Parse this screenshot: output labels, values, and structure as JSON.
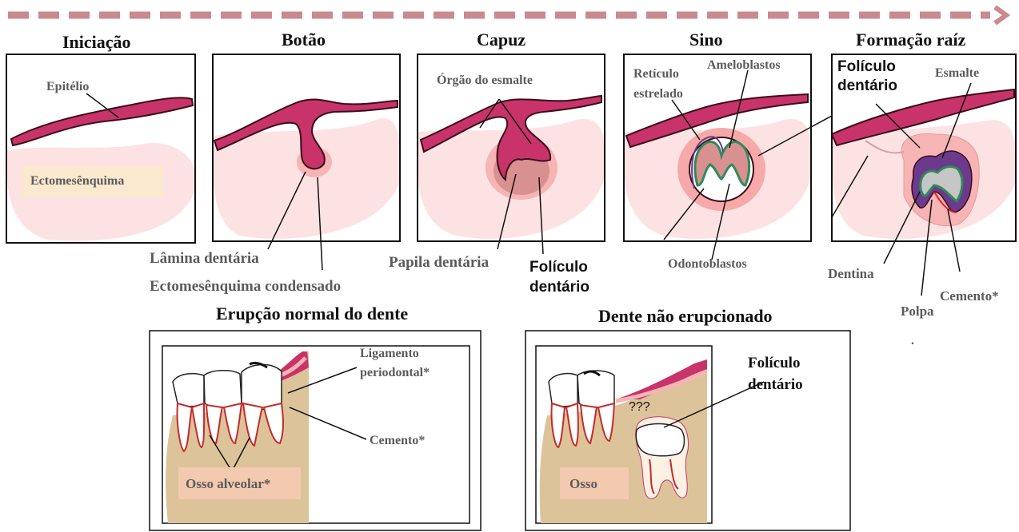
{
  "stages": {
    "iniciacao": "Iniciação",
    "botao": "Botão",
    "capuz": "Capuz",
    "sino": "Sino",
    "formacao": "Formação raíz"
  },
  "labels": {
    "epitelio": "Epitélio",
    "ectomesenquima": "Ectomesênquima",
    "lamina": "Lâmina dentária",
    "ecto_condensado": "Ectomesênquima condensado",
    "orgao_esmalte": "Órgão do esmalte",
    "papila": "Papila dentária",
    "foliculo_capuz": "Folículo\ndentário",
    "reticulo": "Retículo\nestrelado",
    "ameloblastos": "Ameloblastos",
    "odontoblastos": "Odontoblastos",
    "foliculo_raiz": "Folículo\ndentário",
    "esmalte": "Esmalte",
    "dentina": "Dentina",
    "polpa": "Polpa",
    "cemento_raiz": "Cemento*"
  },
  "bottom": {
    "erupcao_title": "Erupção normal do dente",
    "nao_erupcionado_title": "Dente não erupcionado",
    "ligamento": "Ligamento\nperiodontal*",
    "cemento": "Cemento*",
    "osso_alveolar": "Osso alveolar*",
    "foliculo": "Folículo\ndentário",
    "question": "???",
    "osso": "Osso"
  },
  "colors": {
    "arrow": "#c98a8f",
    "epithelium": "#c8336a",
    "mesenchyme": "#fde2e3",
    "condensed": "#f7b4b4",
    "bone": "#dcc39a",
    "enamel": "#6b3a8c",
    "dentin_green": "#2f8a5a"
  },
  "misc": {
    "dot": "."
  }
}
